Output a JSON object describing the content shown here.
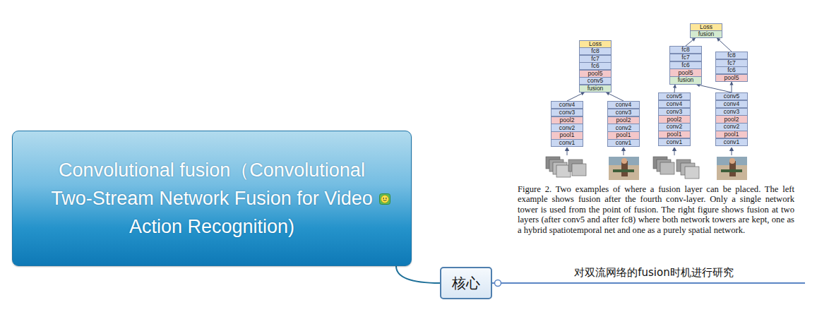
{
  "diagram": {
    "caption": "Figure 2. Two examples of where a fusion layer can be placed. The left example shows fusion after the fourth conv-layer. Only a single network tower is used from the point of fusion. The right figure shows fusion at two layers (after conv5 and after fc8) where both network towers are kept, one as a hybrid spatiotemporal net and one as a purely spatial network.",
    "nodes": [
      {
        "text": [
          "Convolutional fusion（Convolutional Two-Stream Network Fusion for Video Action Recognition)"
        ]
      },
      {
        "text": [
          "Loss"
        ]
      },
      {
        "text": [
          "fc8"
        ]
      },
      {
        "text": [
          "fc7"
        ]
      },
      {
        "text": [
          "fc6"
        ]
      },
      {
        "text": [
          "pool5"
        ]
      },
      {
        "text": [
          "conv5"
        ]
      },
      {
        "text": [
          "fusion"
        ]
      },
      {
        "text": [
          "conv4"
        ]
      },
      {
        "text": [
          "conv3"
        ]
      },
      {
        "text": [
          "pool2"
        ]
      },
      {
        "text": [
          "conv2"
        ]
      },
      {
        "text": [
          "pool1"
        ]
      },
      {
        "text": [
          "conv1"
        ]
      },
      {
        "text": [
          "conv4"
        ]
      },
      {
        "text": [
          "conv3"
        ]
      },
      {
        "text": [
          "pool2"
        ]
      },
      {
        "text": [
          "conv2"
        ]
      },
      {
        "text": [
          "pool1"
        ]
      },
      {
        "text": [
          "conv1"
        ]
      },
      {
        "text": [
          "Loss"
        ]
      },
      {
        "text": [
          "fusion"
        ]
      },
      {
        "text": [
          "fc8"
        ]
      },
      {
        "text": [
          "fc7"
        ]
      },
      {
        "text": [
          "fc6"
        ]
      },
      {
        "text": [
          "pool5"
        ]
      },
      {
        "text": [
          "fusion"
        ]
      },
      {
        "text": [
          "fc8"
        ]
      },
      {
        "text": [
          "fc7"
        ]
      },
      {
        "text": [
          "fc6"
        ]
      },
      {
        "text": [
          "pool5"
        ]
      },
      {
        "text": [
          "conv5"
        ]
      },
      {
        "text": [
          "conv4"
        ]
      },
      {
        "text": [
          "conv3"
        ]
      },
      {
        "text": [
          "pool2"
        ]
      },
      {
        "text": [
          "conv2"
        ]
      },
      {
        "text": [
          "pool1"
        ]
      },
      {
        "text": [
          "conv1"
        ]
      },
      {
        "text": [
          "conv5"
        ]
      },
      {
        "text": [
          "conv4"
        ]
      },
      {
        "text": [
          "conv3"
        ]
      },
      {
        "text": [
          "pool2"
        ]
      },
      {
        "text": [
          "conv2"
        ]
      },
      {
        "text": [
          "pool1"
        ]
      },
      {
        "text": [
          "conv1"
        ]
      },
      {
        "text": [
          "核心"
        ]
      },
      {
        "text": [
          "对双流网络的fusion时机进行研究"
        ]
      }
    ],
    "edges": [
      {
        "from": 0,
        "to": 45,
        "arrow": "none"
      },
      {
        "from": 45,
        "to": 46,
        "arrow": "none"
      },
      {
        "from": 8,
        "to": 7,
        "arrow": "to"
      },
      {
        "from": 14,
        "to": 7,
        "arrow": "to"
      },
      {
        "from": 31,
        "to": 26,
        "arrow": "to"
      },
      {
        "from": 38,
        "to": 26,
        "arrow": "to"
      },
      {
        "from": 38,
        "to": 30,
        "arrow": "to"
      },
      {
        "from": 22,
        "to": 21,
        "arrow": "to"
      },
      {
        "from": 27,
        "to": 21,
        "arrow": "to"
      }
    ]
  }
}
